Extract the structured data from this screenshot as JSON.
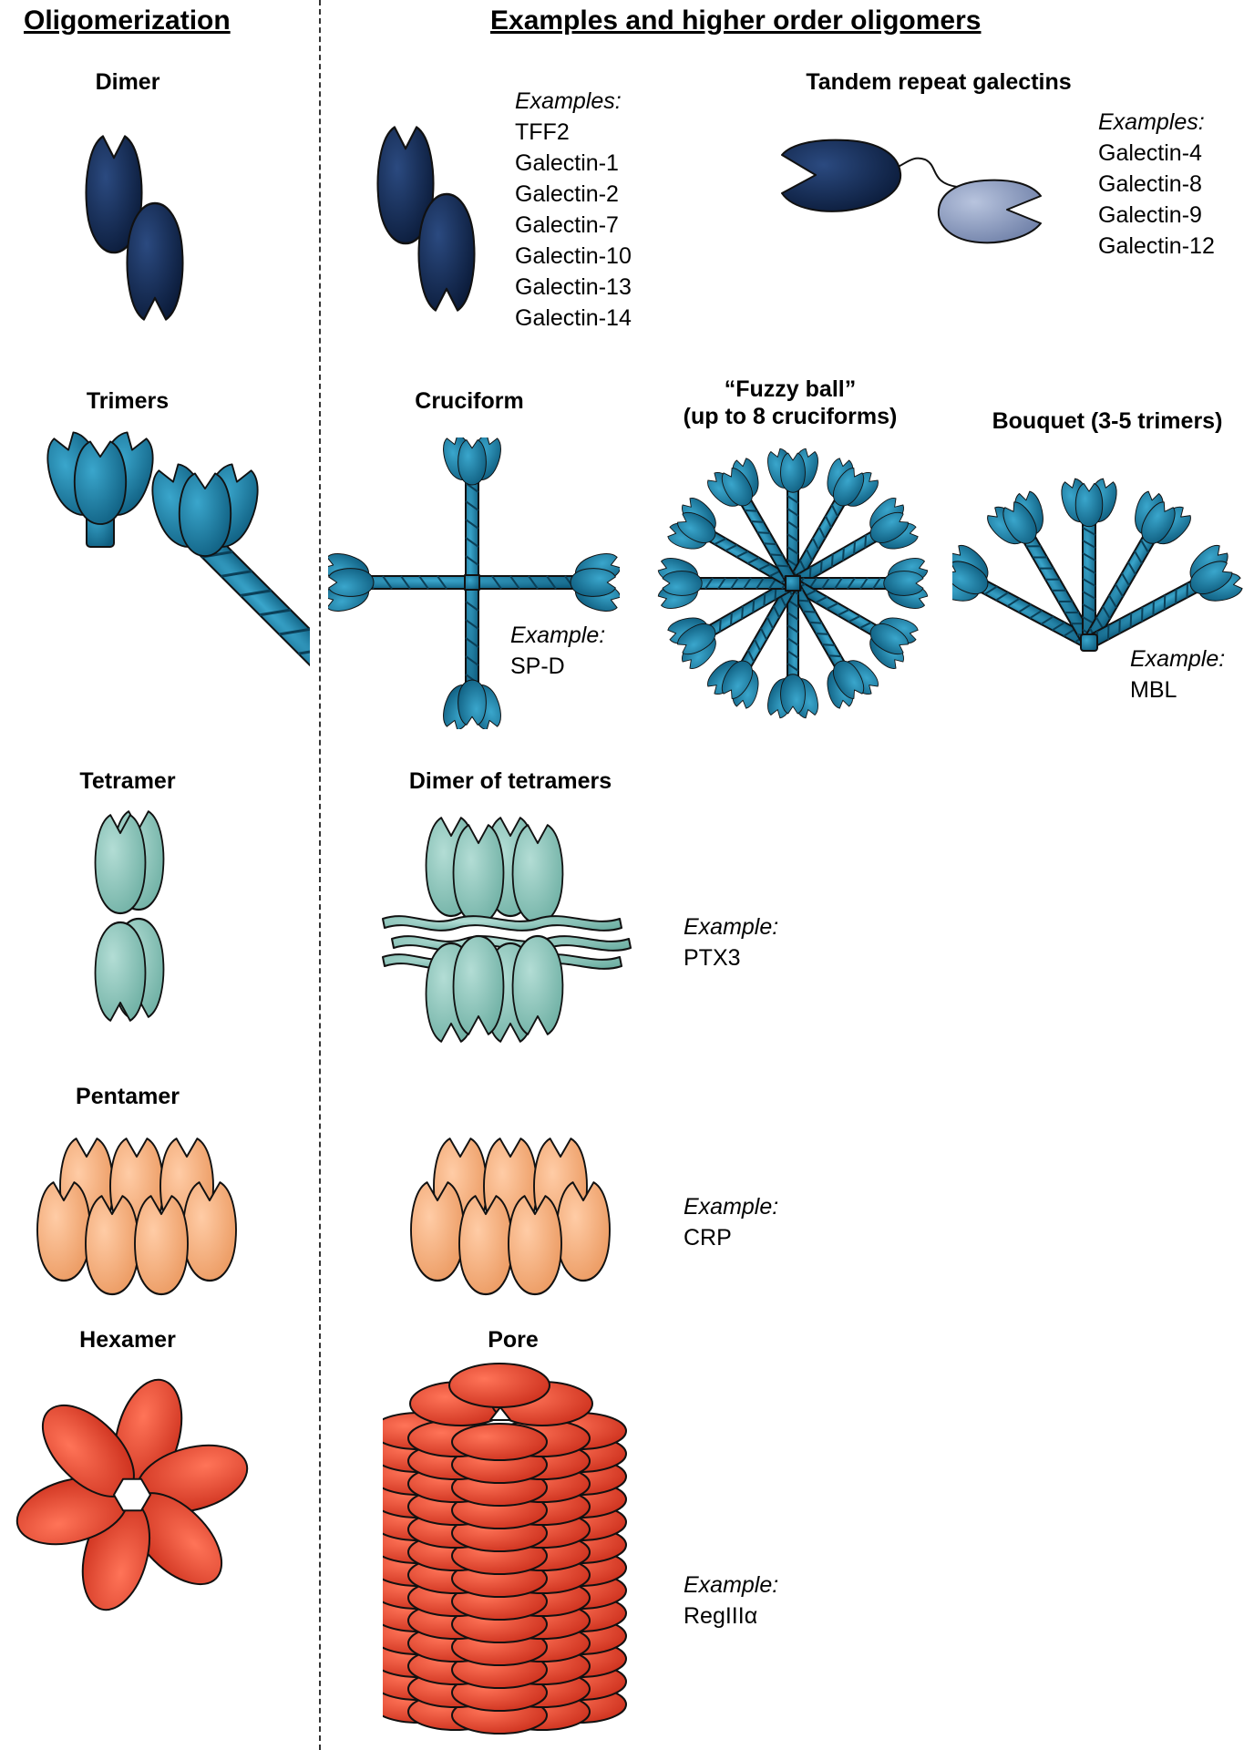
{
  "headers": {
    "left": "Oligomerization",
    "right": "Examples and higher order oligomers"
  },
  "left_column": {
    "dimer": "Dimer",
    "trimers": "Trimers",
    "tetramer": "Tetramer",
    "pentamer": "Pentamer",
    "hexamer": "Hexamer"
  },
  "dimer_examples": {
    "heading": "Examples:",
    "items": [
      "TFF2",
      "Galectin-1",
      "Galectin-2",
      "Galectin-7",
      "Galectin-10",
      "Galectin-13",
      "Galectin-14"
    ]
  },
  "tandem": {
    "title": "Tandem repeat galectins",
    "heading": "Examples:",
    "items": [
      "Galectin-4",
      "Galectin-8",
      "Galectin-9",
      "Galectin-12"
    ]
  },
  "cruciform": {
    "title": "Cruciform",
    "heading": "Example:",
    "item": "SP-D"
  },
  "fuzzy_ball": {
    "title_line1": "“Fuzzy ball”",
    "title_line2": "(up to 8 cruciforms)"
  },
  "bouquet": {
    "title": "Bouquet (3-5 trimers)",
    "heading": "Example:",
    "item": "MBL"
  },
  "dimer_of_tetramers": {
    "title": "Dimer of tetramers",
    "heading": "Example:",
    "item": "PTX3"
  },
  "pentamer_example": {
    "heading": "Example:",
    "item": "CRP"
  },
  "pore": {
    "title": "Pore",
    "heading": "Example:",
    "item": "RegIIIα"
  },
  "colors": {
    "dimer": "#0f2347",
    "tandem_light": "#8e9dc0",
    "trimer": "#1a7aa0",
    "tetramer": "#8cc6bb",
    "pentamer": "#f7b07d",
    "hexamer": "#e84a33"
  }
}
